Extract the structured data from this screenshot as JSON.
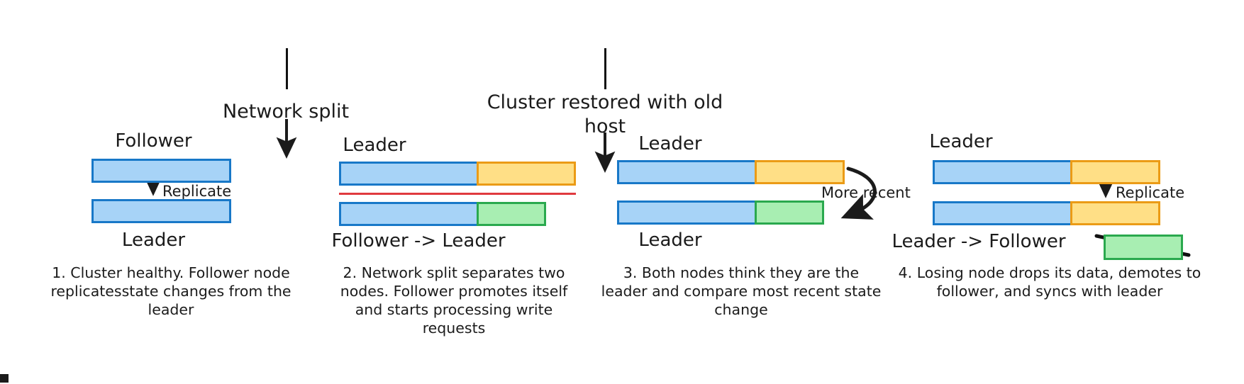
{
  "diagram": {
    "title": "Raft / leader-election split-brain recovery sequence",
    "background": "#ffffff",
    "colors": {
      "blue_fill": "#a7d3f7",
      "blue_stroke": "#1878c8",
      "orange_fill": "#ffdf86",
      "orange_stroke": "#eb9b16",
      "green_fill": "#a8eeb2",
      "green_stroke": "#2aa94e",
      "red_divider": "#e0393e",
      "arrow": "#1b1b1b",
      "text": "#1b1b1b"
    }
  },
  "transitions": [
    {
      "id": "network-split",
      "label": "Network split"
    },
    {
      "id": "cluster-restored",
      "label": "Cluster restored with old host"
    }
  ],
  "panels": [
    {
      "id": "panel-1",
      "top_label": "Follower",
      "bottom_label": "Leader",
      "inner_label": "Replicate",
      "caption": "1. Cluster healthy. Follower node replicatesstate changes from the leader",
      "top_bar": [
        {
          "color": "blue",
          "width": 175
        }
      ],
      "bottom_bar": [
        {
          "color": "blue",
          "width": 175
        }
      ]
    },
    {
      "id": "panel-2",
      "top_label": "Leader",
      "bottom_label": "Follower -> Leader",
      "inner_label": "",
      "caption": "2. Network split separates two nodes. Follower promotes itself and starts processing write requests",
      "top_bar": [
        {
          "color": "blue",
          "width": 175
        },
        {
          "color": "orange",
          "width": 125
        }
      ],
      "bottom_bar": [
        {
          "color": "blue",
          "width": 175
        },
        {
          "color": "green",
          "width": 87
        }
      ]
    },
    {
      "id": "panel-3",
      "top_label": "Leader",
      "bottom_label": "Leader",
      "inner_label": "More recent",
      "caption": "3. Both nodes think they are the leader and compare most recent state change",
      "top_bar": [
        {
          "color": "blue",
          "width": 175
        },
        {
          "color": "orange",
          "width": 113
        }
      ],
      "bottom_bar": [
        {
          "color": "blue",
          "width": 175
        },
        {
          "color": "green",
          "width": 87
        }
      ]
    },
    {
      "id": "panel-4",
      "top_label": "Leader",
      "bottom_label": "Leader -> Follower",
      "inner_label": "Replicate",
      "caption": "4. Losing node drops its data, demotes to follower, and syncs with leader",
      "top_bar": [
        {
          "color": "blue",
          "width": 175
        },
        {
          "color": "orange",
          "width": 113
        }
      ],
      "bottom_bar": [
        {
          "color": "blue",
          "width": 175
        },
        {
          "color": "orange",
          "width": 113
        }
      ],
      "discarded_block": {
        "color": "green",
        "width": 100,
        "struck_through": true
      }
    }
  ]
}
